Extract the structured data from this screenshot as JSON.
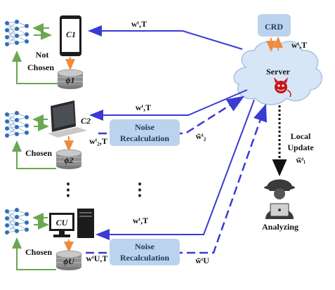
{
  "colors": {
    "arrow_blue": "#3a3ad6",
    "arrow_orange": "#f08a3c",
    "arrow_green": "#6aa84f",
    "box_fill": "#bcd3ee",
    "cloud_fill": "#d7e6f6",
    "disk": "#8c8c8c"
  },
  "labels": {
    "crd": "CRD",
    "server": "Server",
    "not": "Not",
    "chosen_word": "Chosen",
    "chosen_2": "Chosen",
    "chosen_u": "Chosen",
    "noise_1": "Noise",
    "recalc_1": "Recalculation",
    "noise_2": "Noise",
    "recalc_2": "Recalculation",
    "local": "Local",
    "update": "Update",
    "analyzing": "Analyzing",
    "wt_T_top": "wᵗ,T",
    "wt_T_crd": "wᵗ,T",
    "wt_T_c2": "wᵗ,T",
    "wt_T_cu": "wᵗ,T",
    "w2_T": "wᵗ₂,T",
    "wU_T": "wᵗU,T",
    "wtilde_2": "w̃ᵗ₂",
    "wtilde_u": "w̃ᵗU",
    "wtilde_i": "w̃ᵗᵢ",
    "c1": "C1",
    "c2": "C2",
    "cu": "CU",
    "d1": "ϕ1",
    "d2": "ϕ2",
    "du": "ϕU",
    "dots": "⋮"
  }
}
